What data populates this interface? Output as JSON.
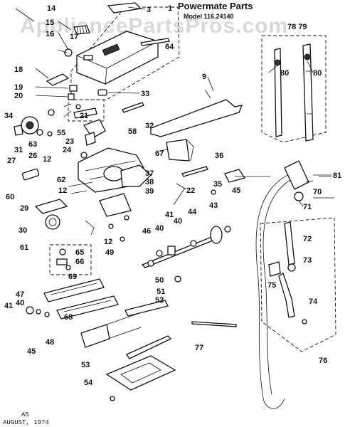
{
  "watermark": "AppliancePartsPros.com",
  "header": {
    "title": "Powermate Parts",
    "model": "Model 116.24140"
  },
  "footer": {
    "code": "A5",
    "date": "AUGUST, 1974"
  },
  "callouts": {
    "n1": "1",
    "n3": "3",
    "n9": "9",
    "n12a": "12",
    "n12b": "12",
    "n12c": "12",
    "n14": "14",
    "n15": "15",
    "n16": "16",
    "n17": "17",
    "n18": "18",
    "n19": "19",
    "n20": "20",
    "n21": "21",
    "n22": "22",
    "n23": "23",
    "n24": "24",
    "n26": "26",
    "n27": "27",
    "n29": "29",
    "n30": "30",
    "n31": "31",
    "n32": "32",
    "n33": "33",
    "n34": "34",
    "n35": "35",
    "n36": "36",
    "n37": "37",
    "n38": "38",
    "n39": "39",
    "n40a": "40",
    "n40b": "40",
    "n40c": "40",
    "n41a": "41",
    "n41b": "41",
    "n43": "43",
    "n44": "44",
    "n45a": "45",
    "n45b": "45",
    "n46": "46",
    "n47": "47",
    "n48": "48",
    "n49": "49",
    "n50": "50",
    "n51": "51",
    "n52": "52",
    "n53": "53",
    "n54": "54",
    "n55": "55",
    "n58": "58",
    "n60": "60",
    "n61": "61",
    "n62": "62",
    "n63": "63",
    "n64": "64",
    "n65": "65",
    "n66": "66",
    "n67": "67",
    "n68": "68",
    "n69": "69",
    "n70": "70",
    "n71": "71",
    "n72": "72",
    "n73": "73",
    "n74": "74",
    "n75": "75",
    "n76": "76",
    "n77": "77",
    "n7879": "78 79",
    "n80a": "80",
    "n80b": "80",
    "n81": "81"
  }
}
